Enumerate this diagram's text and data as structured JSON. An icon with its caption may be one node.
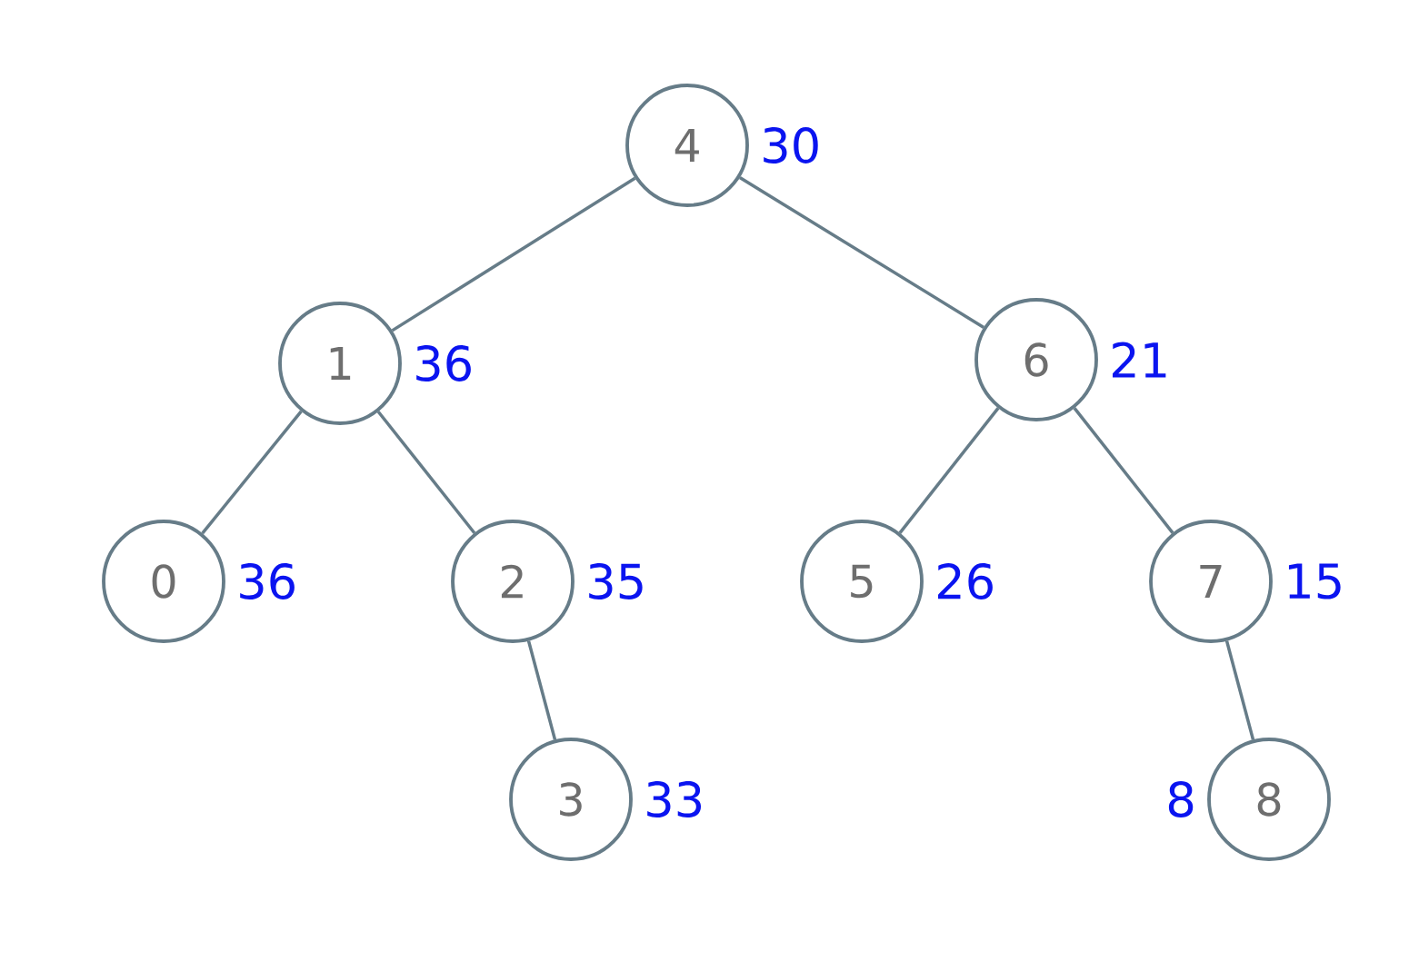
{
  "diagram": {
    "nodes": [
      {
        "text": [
          "4"
        ],
        "beside": [
          "30"
        ]
      },
      {
        "text": [
          "1"
        ],
        "beside": [
          "36"
        ]
      },
      {
        "text": [
          "6"
        ],
        "beside": [
          "21"
        ]
      },
      {
        "text": [
          "0"
        ],
        "beside": [
          "36"
        ]
      },
      {
        "text": [
          "2"
        ],
        "beside": [
          "35"
        ]
      },
      {
        "text": [
          "5"
        ],
        "beside": [
          "26"
        ]
      },
      {
        "text": [
          "7"
        ],
        "beside": [
          "15"
        ]
      },
      {
        "text": [
          "3"
        ],
        "beside": [
          "33"
        ]
      },
      {
        "text": [
          "8"
        ],
        "beside": [
          "8"
        ]
      }
    ],
    "edges": [
      {
        "from": 0,
        "to": 1,
        "arrow": "none"
      },
      {
        "from": 0,
        "to": 2,
        "arrow": "none"
      },
      {
        "from": 1,
        "to": 3,
        "arrow": "none"
      },
      {
        "from": 1,
        "to": 4,
        "arrow": "none"
      },
      {
        "from": 2,
        "to": 5,
        "arrow": "none"
      },
      {
        "from": 2,
        "to": 6,
        "arrow": "none"
      },
      {
        "from": 4,
        "to": 7,
        "arrow": "none"
      },
      {
        "from": 6,
        "to": 8,
        "arrow": "none"
      }
    ]
  }
}
